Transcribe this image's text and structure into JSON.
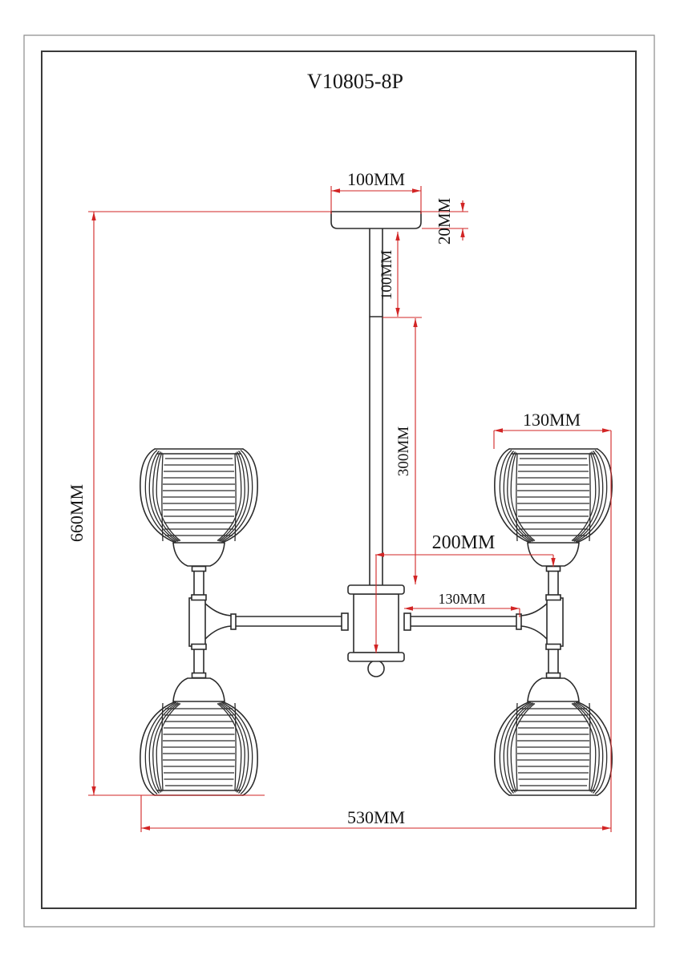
{
  "title": "V10805-8P",
  "colors": {
    "dimension_line": "#d22525",
    "drawing_line": "#2b2b2b",
    "inner_border": "#3a3a3a",
    "outer_border": "#8a8a8a"
  },
  "dimensions": {
    "canopy_width": "100MM",
    "canopy_height": "20MM",
    "rod_upper_section": "100MM",
    "rod_lower_section": "300MM",
    "shade_diameter": "130MM",
    "center_to_lamp": "200MM",
    "arm_inner_length": "130MM",
    "overall_height": "660MM",
    "overall_width": "530MM"
  }
}
